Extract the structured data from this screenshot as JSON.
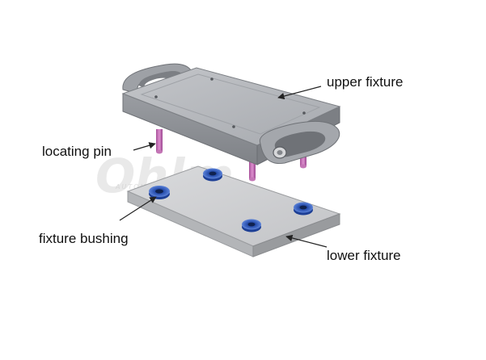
{
  "labels": {
    "upper_fixture": "upper fixture",
    "locating_pin": "locating pin",
    "fixture_bushing": "fixture bushing",
    "lower_fixture": "lower fixture"
  },
  "watermark": {
    "brand": "Ohlm",
    "sub": "AUTOMATION EXPERT"
  },
  "colors": {
    "plate_top": "#b4b7bb",
    "plate_side": "#8f9297",
    "lower_top": "#cdced1",
    "lower_side": "#a9abae",
    "pin": "#c070b0",
    "bushing": "#2f58b8",
    "arrow": "#222222"
  }
}
